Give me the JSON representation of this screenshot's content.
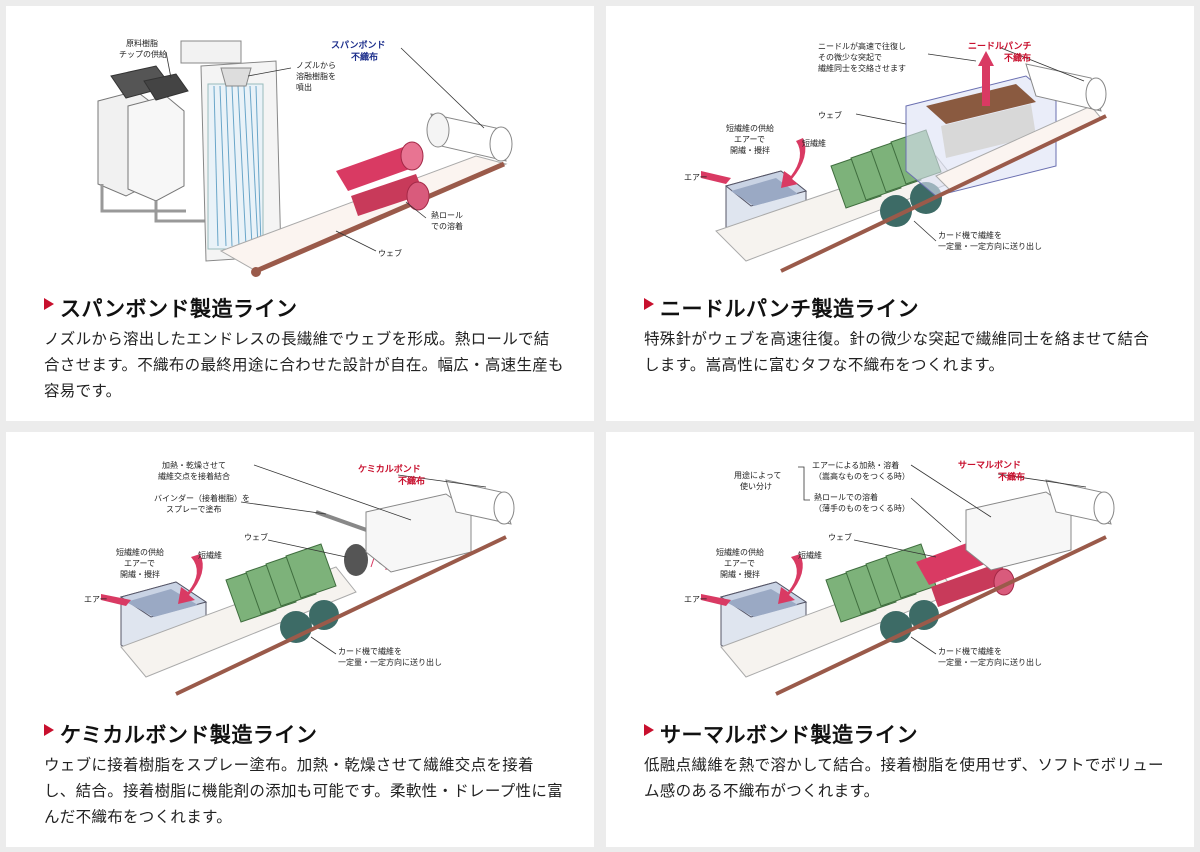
{
  "cards": [
    {
      "title": "スパンボンド製造ライン",
      "description": "ノズルから溶出したエンドレスの長繊維でウェブを形成。熱ロールで結合させます。不織布の最終用途に合わせた設計が自在。幅広・高速生産も容易です。",
      "labels": {
        "product": "スパンボンド",
        "product2": "不織布",
        "chip_line1": "原料樹脂",
        "chip_line2": "チップの供給",
        "nozzle_line1": "ノズルから",
        "nozzle_line2": "溶融樹脂を",
        "nozzle_line3": "噴出",
        "roll_line1": "熱ロール",
        "roll_line2": "での溶着",
        "web": "ウェブ"
      }
    },
    {
      "title": "ニードルパンチ製造ライン",
      "description": "特殊針がウェブを高速往復。針の微少な突起で繊維同士を絡ませて結合します。嵩高性に富むタフな不織布をつくれます。",
      "labels": {
        "product": "ニードルパンチ",
        "product2": "不織布",
        "needle_line1": "ニードルが高速で往復し",
        "needle_line2": "その微少な突起で",
        "needle_line3": "繊維同士を交絡させます",
        "web": "ウェブ",
        "supply_line1": "短繊維の供給",
        "supply_line2": "エアーで",
        "supply_line3": "開繊・攪拌",
        "short_fiber": "短繊維",
        "air": "エアー",
        "card_line1": "カード機で繊維を",
        "card_line2": "一定量・一定方向に送り出し"
      }
    },
    {
      "title": "ケミカルボンド製造ライン",
      "description": "ウェブに接着樹脂をスプレー塗布。加熱・乾燥させて繊維交点を接着し、結合。接着樹脂に機能剤の添加も可能です。柔軟性・ドレープ性に富んだ不織布をつくれます。",
      "labels": {
        "product": "ケミカルボンド",
        "product2": "不織布",
        "heat_line1": "加熱・乾燥させて",
        "heat_line2": "繊維交点を接着結合",
        "binder_line1": "バインダー（接着樹脂）を",
        "binder_line2": "スプレーで塗布",
        "web": "ウェブ",
        "supply_line1": "短繊維の供給",
        "supply_line2": "エアーで",
        "supply_line3": "開繊・攪拌",
        "short_fiber": "短繊維",
        "air": "エアー",
        "card_line1": "カード機で繊維を",
        "card_line2": "一定量・一定方向に送り出し"
      }
    },
    {
      "title": "サーマルボンド製造ライン",
      "description": "低融点繊維を熱で溶かして結合。接着樹脂を使用せず、ソフトでボリューム感のある不織布がつくれます。",
      "labels": {
        "product": "サーマルボンド",
        "product2": "不織布",
        "usage_line1": "用途によって",
        "usage_line2": "使い分け",
        "air_heat_line1": "エアーによる加熱・溶着",
        "air_heat_line2": "（嵩高なものをつくる時）",
        "roll_heat_line1": "熱ロールでの溶着",
        "roll_heat_line2": "（薄手のものをつくる時）",
        "web": "ウェブ",
        "supply_line1": "短繊維の供給",
        "supply_line2": "エアーで",
        "supply_line3": "開繊・攪拌",
        "short_fiber": "短繊維",
        "air": "エアー",
        "card_line1": "カード機で繊維を",
        "card_line2": "一定量・一定方向に送り出し"
      }
    }
  ],
  "colors": {
    "accent_red": "#c8102e",
    "product_blue": "#1d2f8c",
    "roll_pink": "#d93a63",
    "card_roll_green": "#7db27a",
    "card_roll_dark": "#3d6b66",
    "belt_brown": "#9a5a4a"
  }
}
